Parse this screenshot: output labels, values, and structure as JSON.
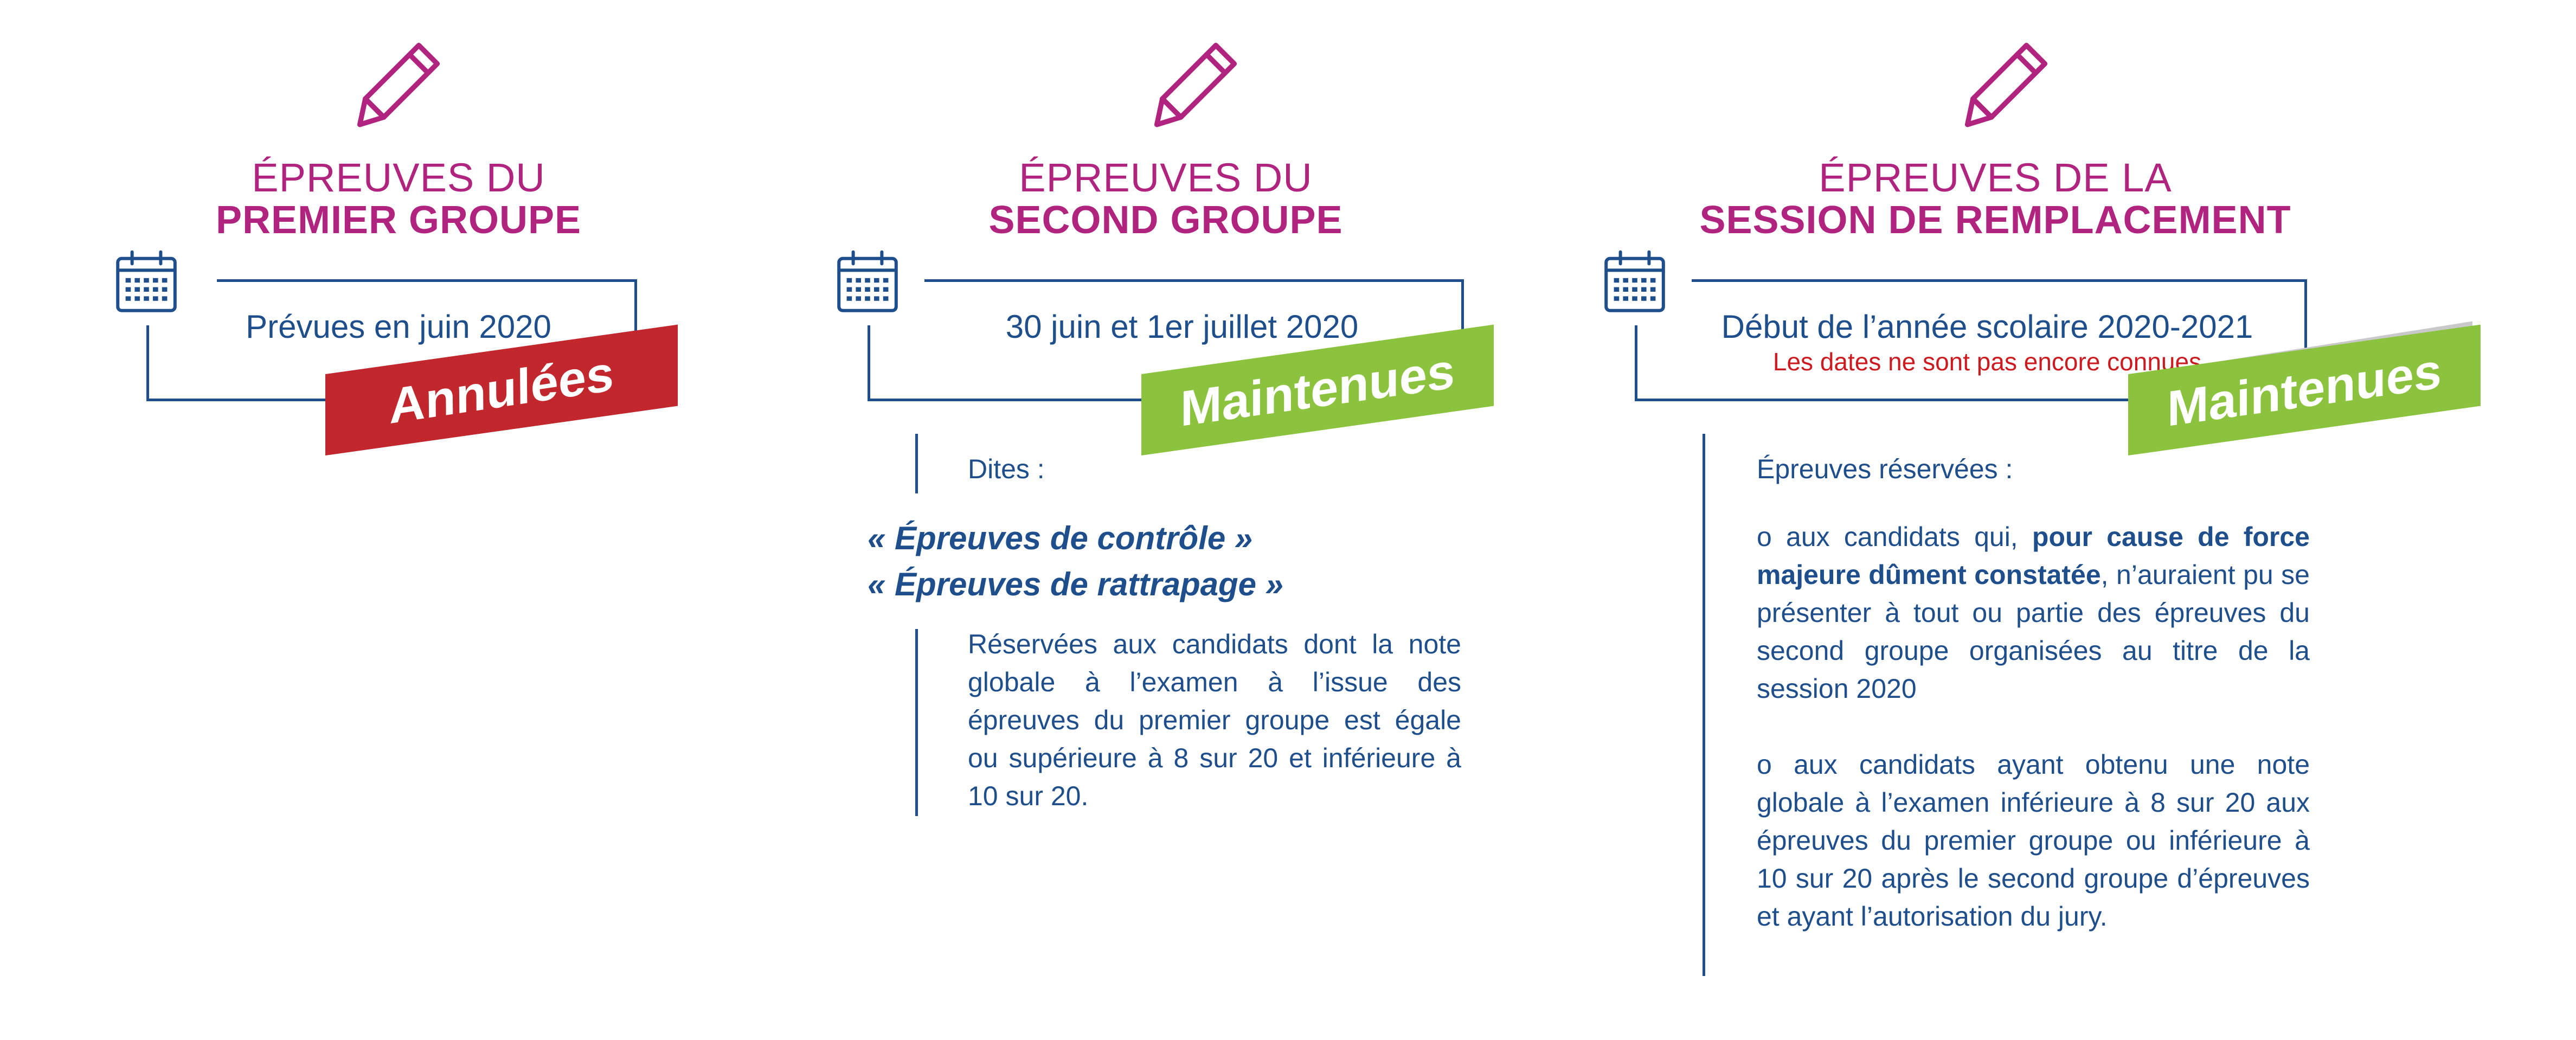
{
  "colors": {
    "title_magenta": "#b0237f",
    "text_blue": "#1e4f8c",
    "cancel_red": "#c1272d",
    "maintained_green": "#8cc33e",
    "note_red": "#cc1a1f"
  },
  "icons": {
    "header": "pencil-icon",
    "date": "calendar-icon"
  },
  "columns": [
    {
      "title_line1": "ÉPREUVES DU",
      "title_line2": "PREMIER GROUPE",
      "date_text": "Prévues en juin 2020",
      "status": "Annulées"
    },
    {
      "title_line1": "ÉPREUVES DU",
      "title_line2": "SECOND GROUPE",
      "date_text": "30 juin et 1er juillet 2020",
      "status": "Maintenues",
      "dites_label": "Dites :",
      "alias1": "« Épreuves de contrôle »",
      "alias2": "« Épreuves de rattrapage »",
      "description": "Réservées aux candidats dont la note globale à l’examen à l’issue des épreuves du premier groupe est égale ou supérieure à 8 sur 20 et inférieure à 10 sur 20."
    },
    {
      "title_line1": "ÉPREUVES DE LA",
      "title_line2": "SESSION DE REMPLACEMENT",
      "date_text": "Début de l’année scolaire 2020-2021",
      "date_note": "Les dates ne sont pas encore connues",
      "status": "Maintenues",
      "reserved_label": "Épreuves réservées :",
      "item1_prefix": "o aux candidats qui, ",
      "item1_bold": "pour cause de force majeure dûment constatée",
      "item1_suffix": ", n’auraient pu se présenter à tout ou partie des épreuves du second groupe organisées au titre de la session 2020",
      "item2": "o aux candidats ayant obtenu une note globale à l’examen inférieure à 8 sur 20 aux épreuves du premier groupe ou inférieure à 10 sur 20 après le second groupe d’épreuves et ayant l’autorisation du jury."
    }
  ]
}
